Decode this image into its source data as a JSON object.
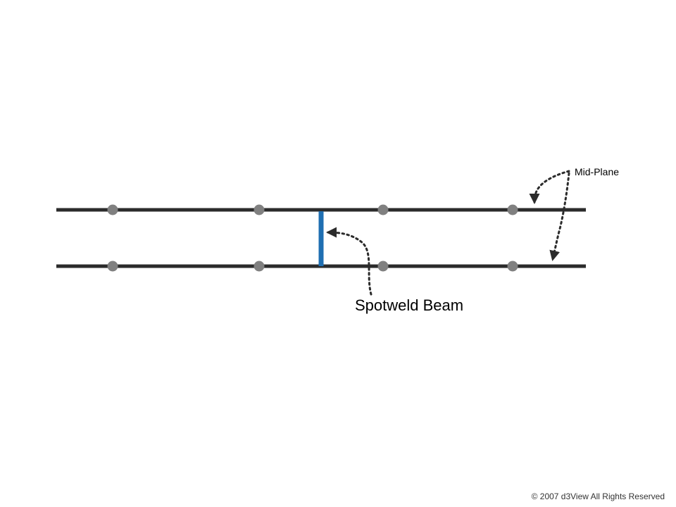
{
  "labels": {
    "mid_plane": "Mid-Plane",
    "spotweld_beam": "Spotweld Beam",
    "copyright": "© 2007 d3View All Rights Reserved"
  },
  "colors": {
    "background": "#ffffff",
    "shell_line": "#2b2b2b",
    "node": "#808080",
    "spotweld": "#1f6fb2",
    "arrow": "#2b2b2b",
    "text": "#000000",
    "copyright_text": "#333333"
  },
  "icons": {
    "arrow_head": "arrowhead",
    "node_marker": "filled-circle"
  }
}
